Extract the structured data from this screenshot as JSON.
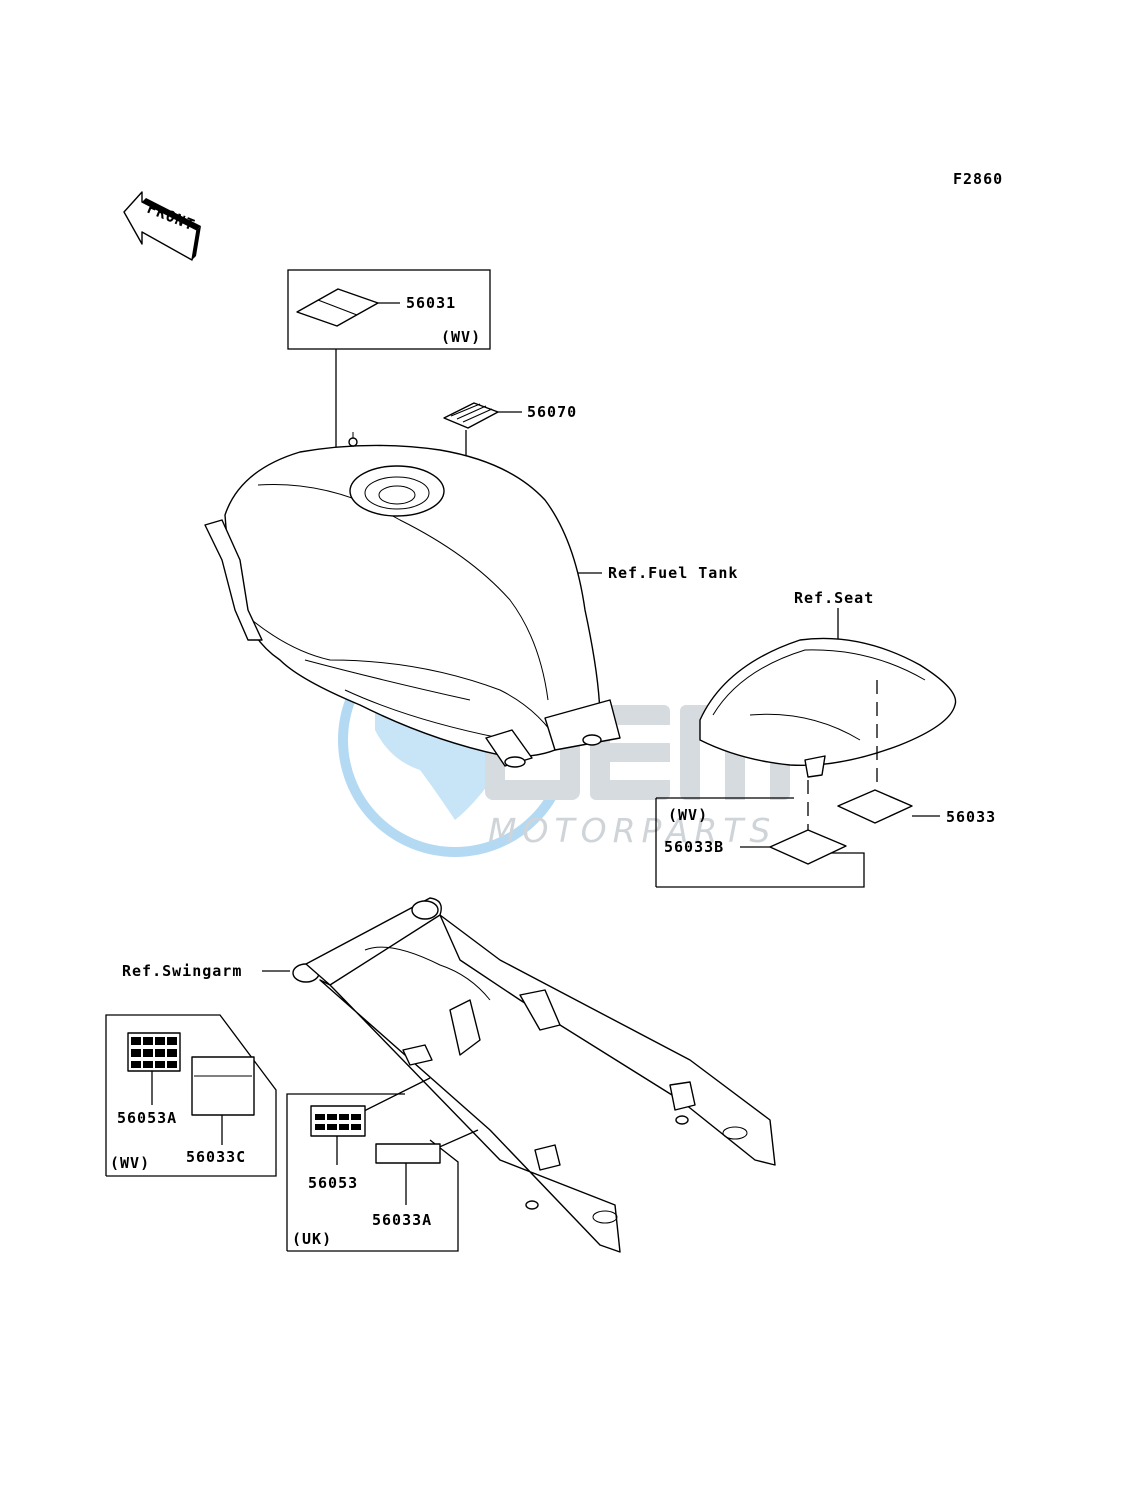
{
  "diagram_code": "F2860",
  "front_label": "FRONT",
  "watermark": {
    "brand": "OEM",
    "subtitle": "MOTORPARTS"
  },
  "parts": {
    "p56031": "56031",
    "p56070": "56070",
    "p56033": "56033",
    "p56033B": "56033B",
    "p56053A": "56053A",
    "p56033C": "56033C",
    "p56053": "56053",
    "p56033A": "56033A"
  },
  "refs": {
    "fuel_tank": "Ref.Fuel Tank",
    "seat": "Ref.Seat",
    "swingarm": "Ref.Swingarm"
  },
  "variants": {
    "wv": "(WV)",
    "uk": "(UK)"
  },
  "colors": {
    "line": "#000000",
    "watermark_blue": "#a8d4f2",
    "watermark_gray": "#c7cdd3"
  }
}
